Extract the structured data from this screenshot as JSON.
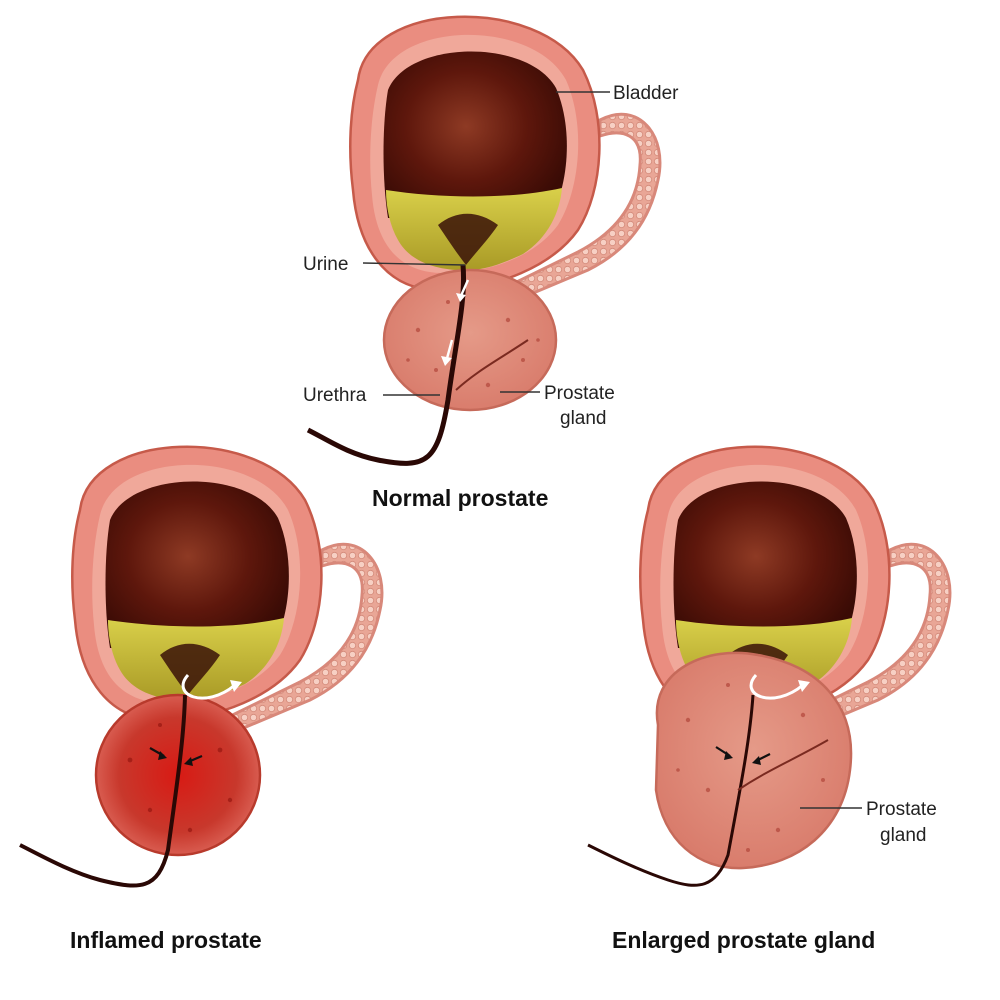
{
  "diagrams": [
    {
      "caption": "Normal prostate",
      "labels": {
        "bladder": "Bladder",
        "urine": "Urine",
        "urethra": "Urethra",
        "prostate_line1": "Prostate",
        "prostate_line2": "gland"
      }
    },
    {
      "caption": "Inflamed prostate"
    },
    {
      "caption": "Enlarged prostate gland",
      "labels": {
        "prostate_line1": "Prostate",
        "prostate_line2": "gland"
      }
    }
  ],
  "colors": {
    "bladder_wall": "#e98a7c",
    "bladder_interior": "#6b1c10",
    "urine": "#c9bf3a",
    "prostate_normal": "#e39482",
    "prostate_inflamed": "#cc2e24",
    "seminal_vesicle": "#efb2a2",
    "urethra": "#2a0805"
  }
}
